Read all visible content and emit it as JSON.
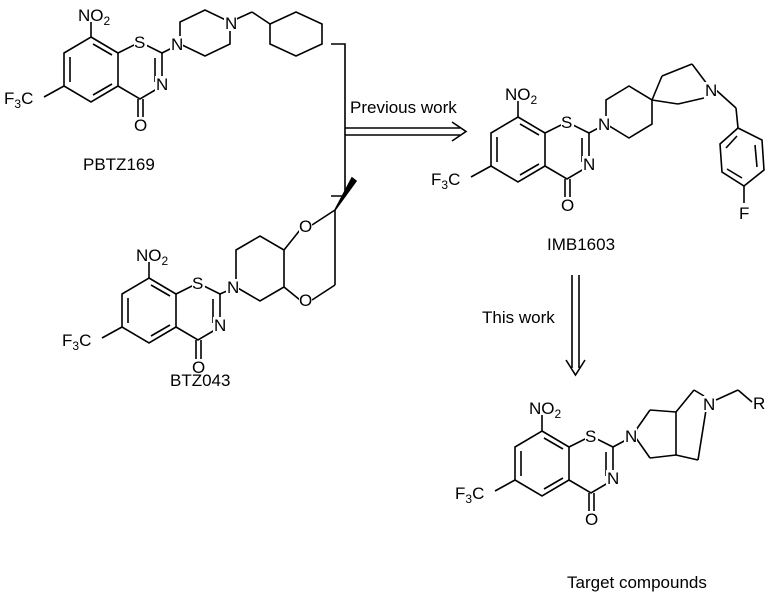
{
  "compounds": {
    "pbtz169": {
      "name": "PBTZ169"
    },
    "btz043": {
      "name": "BTZ043"
    },
    "imb1603": {
      "name": "IMB1603"
    },
    "target": {
      "name": "Target compounds"
    }
  },
  "arrows": {
    "previous": {
      "label": "Previous work"
    },
    "this": {
      "label": "This work"
    }
  },
  "atoms": {
    "nitro_no": "NO",
    "nitro_sub": "2",
    "cf3_f": "F",
    "cf3_sub": "3",
    "cf3_c": "C",
    "sulfur": "S",
    "nitrogen": "N",
    "oxygen": "O",
    "fluorine": "F",
    "rgroup": "R"
  }
}
